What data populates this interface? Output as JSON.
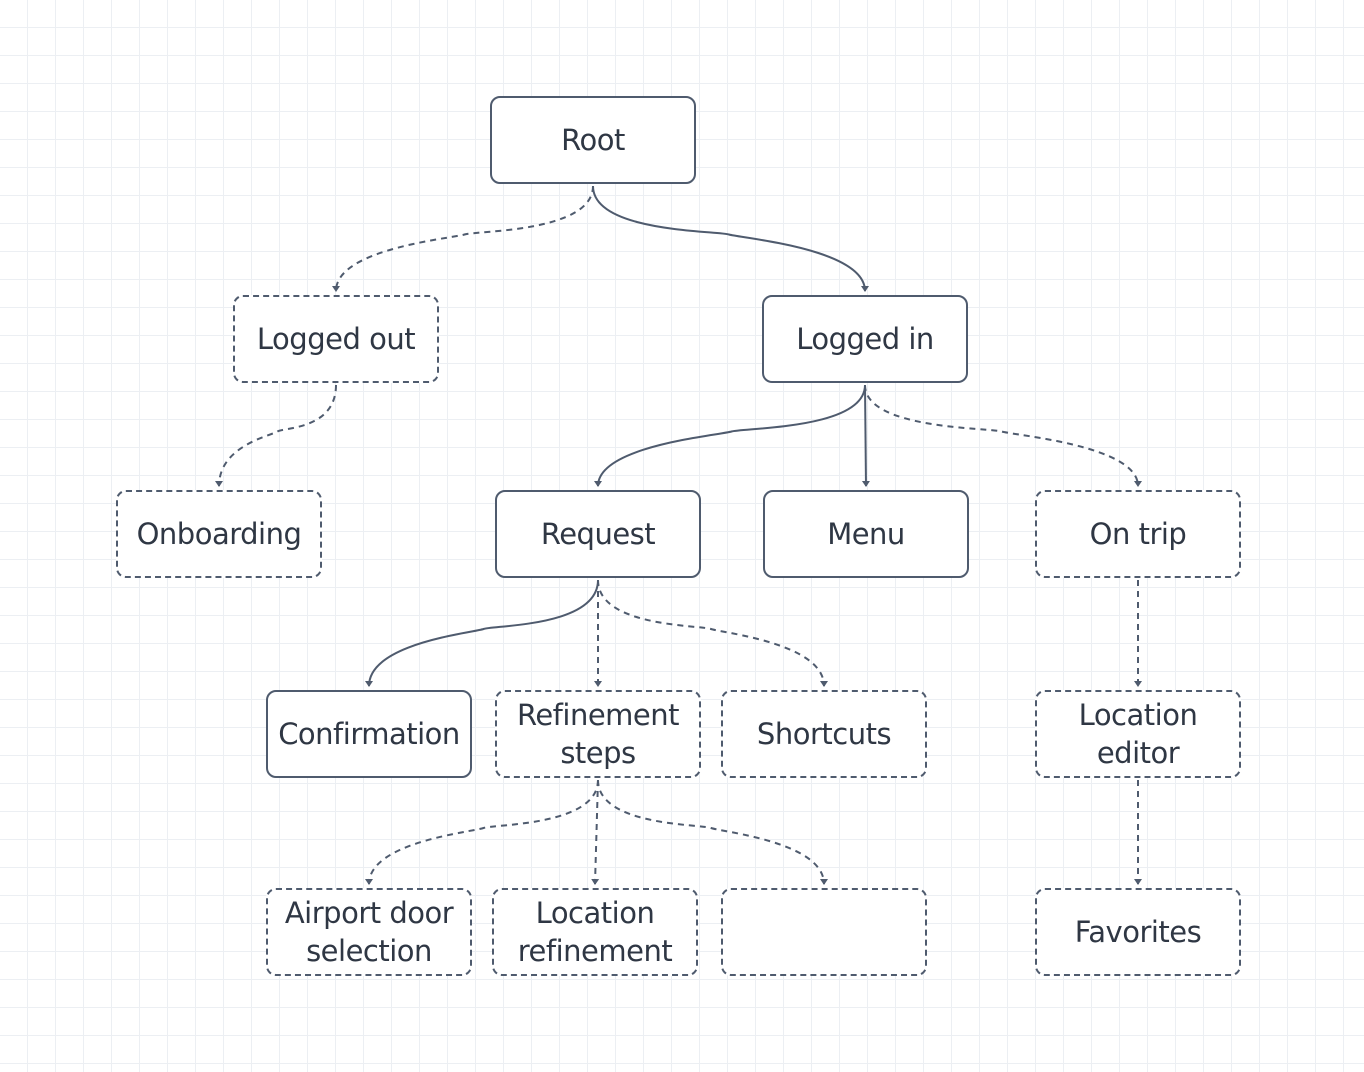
{
  "colors": {
    "stroke": "#4f5b6e",
    "text": "#2f3744",
    "grid": "#eceff3",
    "background": "#ffffff"
  },
  "nodes": {
    "root": {
      "label": "Root",
      "style": "solid"
    },
    "logged_out": {
      "label": "Logged out",
      "style": "dashed"
    },
    "logged_in": {
      "label": "Logged in",
      "style": "solid"
    },
    "onboarding": {
      "label": "Onboarding",
      "style": "dashed"
    },
    "request": {
      "label": "Request",
      "style": "solid"
    },
    "menu": {
      "label": "Menu",
      "style": "solid"
    },
    "on_trip": {
      "label": "On trip",
      "style": "dashed"
    },
    "confirmation": {
      "label": "Confirmation",
      "style": "solid"
    },
    "refinement_steps": {
      "label": "Refinement\nsteps",
      "style": "dashed"
    },
    "shortcuts": {
      "label": "Shortcuts",
      "style": "dashed"
    },
    "location_editor": {
      "label": "Location\neditor",
      "style": "dashed"
    },
    "airport_door_selection": {
      "label": "Airport door\nselection",
      "style": "dashed"
    },
    "location_refinement": {
      "label": "Location\nrefinement",
      "style": "dashed"
    },
    "empty_node": {
      "label": "",
      "style": "dashed"
    },
    "favorites": {
      "label": "Favorites",
      "style": "dashed"
    }
  },
  "edges": [
    {
      "from": "root",
      "to": "logged_out",
      "style": "dashed"
    },
    {
      "from": "root",
      "to": "logged_in",
      "style": "solid"
    },
    {
      "from": "logged_out",
      "to": "onboarding",
      "style": "dashed"
    },
    {
      "from": "logged_in",
      "to": "request",
      "style": "solid"
    },
    {
      "from": "logged_in",
      "to": "menu",
      "style": "solid"
    },
    {
      "from": "logged_in",
      "to": "on_trip",
      "style": "dashed"
    },
    {
      "from": "request",
      "to": "confirmation",
      "style": "solid"
    },
    {
      "from": "request",
      "to": "refinement_steps",
      "style": "dashed"
    },
    {
      "from": "request",
      "to": "shortcuts",
      "style": "dashed"
    },
    {
      "from": "on_trip",
      "to": "location_editor",
      "style": "dashed"
    },
    {
      "from": "refinement_steps",
      "to": "airport_door_selection",
      "style": "dashed"
    },
    {
      "from": "refinement_steps",
      "to": "location_refinement",
      "style": "dashed"
    },
    {
      "from": "refinement_steps",
      "to": "empty_node",
      "style": "dashed"
    },
    {
      "from": "location_editor",
      "to": "favorites",
      "style": "dashed"
    }
  ]
}
